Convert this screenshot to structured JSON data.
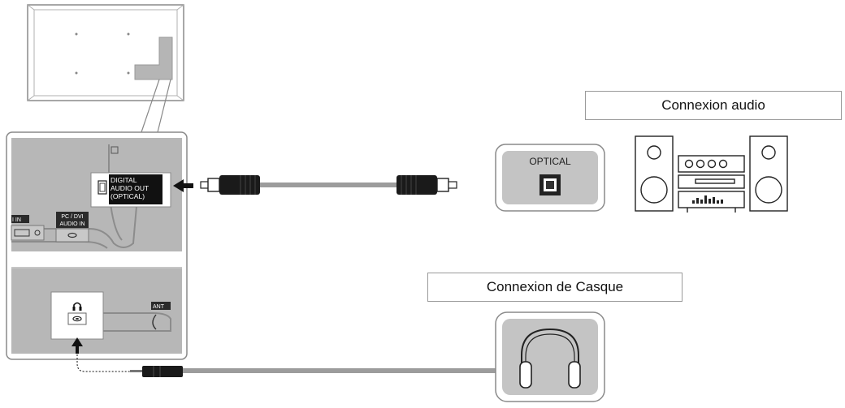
{
  "audio_connection": {
    "title": "Connexion audio"
  },
  "headphone_connection": {
    "title": "Connexion de Casque"
  },
  "tv_panel": {
    "port_digital_audio_out": [
      "DIGITAL",
      "AUDIO OUT",
      "(OPTICAL)"
    ],
    "port_pc_dvi_audio_in": [
      "PC / DVI",
      "AUDIO IN"
    ],
    "port_hdmi_in_partial": "I IN",
    "port_antenna_partial": "ANT"
  },
  "audio_system": {
    "optical_label": "OPTICAL"
  },
  "colors": {
    "panel": "#b7b7b7",
    "cable": "#9c9c9c",
    "plug": "#1a1a1a",
    "outline": "#8a8a8a"
  }
}
